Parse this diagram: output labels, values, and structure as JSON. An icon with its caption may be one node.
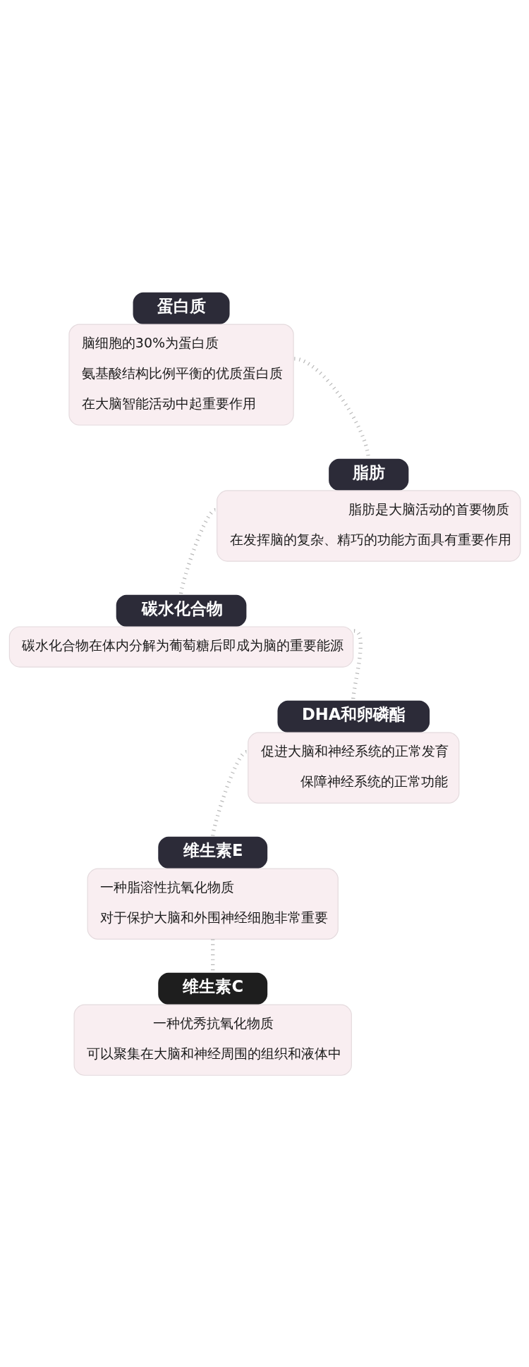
{
  "diagram": {
    "nodes": [
      {
        "text": [
          "蛋白质",
          "脑细胞的30%为蛋白质",
          "氨基酸结构比例平衡的优质蛋白质",
          "在大脑智能活动中起重要作用"
        ]
      },
      {
        "text": [
          "脂肪",
          "脂肪是大脑活动的首要物质",
          "在发挥脑的复杂、精巧的功能方面具有重要作用"
        ]
      },
      {
        "text": [
          "碳水化合物",
          "碳水化合物在体内分解为葡萄糖后即成为脑的重要能源"
        ]
      },
      {
        "text": [
          "DHA和卵磷酯",
          "促进大脑和神经系统的正常发育",
          "保障神经系统的正常功能"
        ]
      },
      {
        "text": [
          "维生素E",
          "一种脂溶性抗氧化物质",
          "对于保护大脑和外围神经细胞非常重要"
        ]
      },
      {
        "text": [
          "维生素C",
          "一种优秀抗氧化物质",
          "可以聚集在大脑和神经周围的组织和液体中"
        ]
      }
    ],
    "edges": [
      {
        "from": 0,
        "to": 1,
        "arrow": "none",
        "style": "dashed"
      },
      {
        "from": 1,
        "to": 2,
        "arrow": "none",
        "style": "dashed"
      },
      {
        "from": 2,
        "to": 3,
        "arrow": "none",
        "style": "dashed"
      },
      {
        "from": 3,
        "to": 4,
        "arrow": "none",
        "style": "dashed"
      },
      {
        "from": 4,
        "to": 5,
        "arrow": "none",
        "style": "dashed"
      }
    ]
  }
}
